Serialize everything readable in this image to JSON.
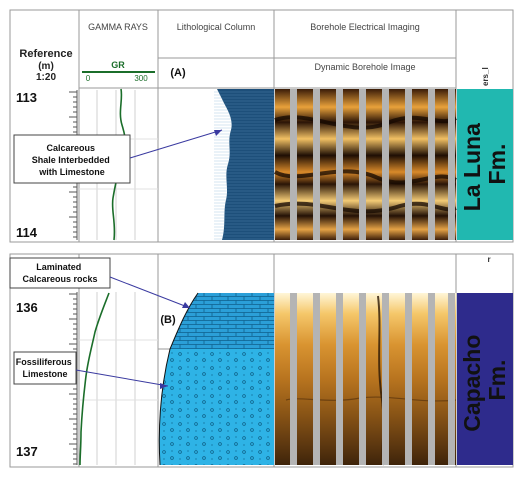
{
  "header": {
    "reference_title": "Reference",
    "reference_unit": "(m)",
    "reference_scale": "1:20",
    "gamma_title": "GAMMA RAYS",
    "gr_label": "GR",
    "gr_min": "0",
    "gr_max": "300",
    "litho_title": "Lithological Column",
    "bei_title": "Borehole Electrical Imaging",
    "bei_subtitle": "Dynamic Borehole Image",
    "last_title": "ers_I",
    "last_title_lower": "r"
  },
  "panel_a": {
    "label": "(A)",
    "depth_top": "113",
    "depth_bottom": "114",
    "annotation": [
      "Calcareous",
      "Shale Interbedded",
      "with Limestone"
    ],
    "formation": [
      "La Luna",
      "Fm."
    ]
  },
  "panel_b": {
    "label": "(B)",
    "depth_top": "136",
    "depth_bottom": "137",
    "annotation_1": [
      "Laminated",
      "Calcareous rocks"
    ],
    "annotation_2": [
      "Fossiliferous",
      "Limestone"
    ],
    "formation": [
      "Capacho",
      "Fm."
    ]
  },
  "colors": {
    "gr_curve": "#1b6e2a",
    "shale": "#1d4f7a",
    "limestone": "#2b9fd8",
    "la_luna": "#21b8b0",
    "capacho": "#2e2b8c",
    "arrow": "#3a3aa0"
  }
}
